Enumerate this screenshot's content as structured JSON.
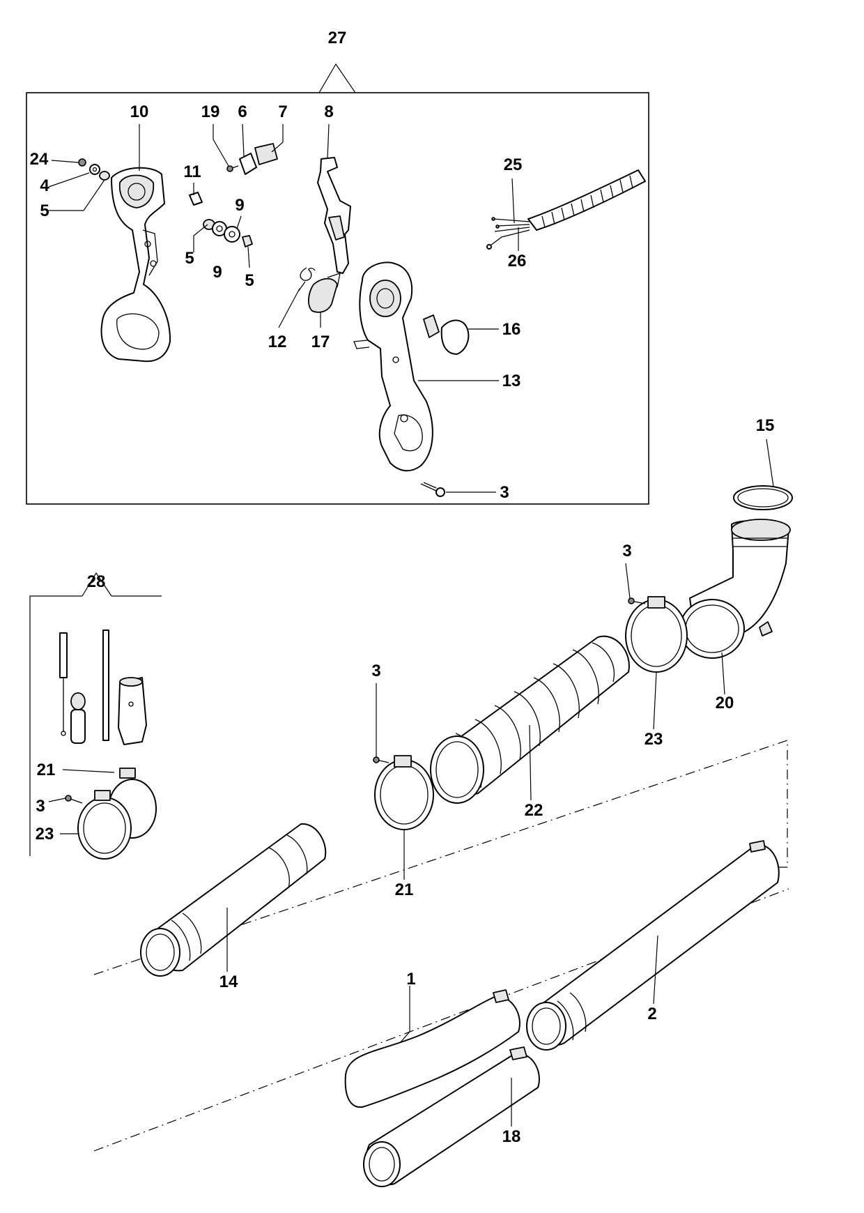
{
  "labels": {
    "l1": "1",
    "l2": "2",
    "l3a": "3",
    "l3b": "3",
    "l3c": "3",
    "l3d": "3",
    "l4": "4",
    "l5a": "5",
    "l5b": "5",
    "l5c": "5",
    "l6": "6",
    "l7": "7",
    "l8": "8",
    "l9a": "9",
    "l9b": "9",
    "l10": "10",
    "l11": "11",
    "l12": "12",
    "l13": "13",
    "l14": "14",
    "l15": "15",
    "l16": "16",
    "l17": "17",
    "l18": "18",
    "l19": "19",
    "l20": "20",
    "l21a": "21",
    "l21b": "21",
    "l22": "22",
    "l23a": "23",
    "l23b": "23",
    "l24": "24",
    "l25": "25",
    "l26": "26",
    "l27": "27",
    "l28": "28"
  }
}
